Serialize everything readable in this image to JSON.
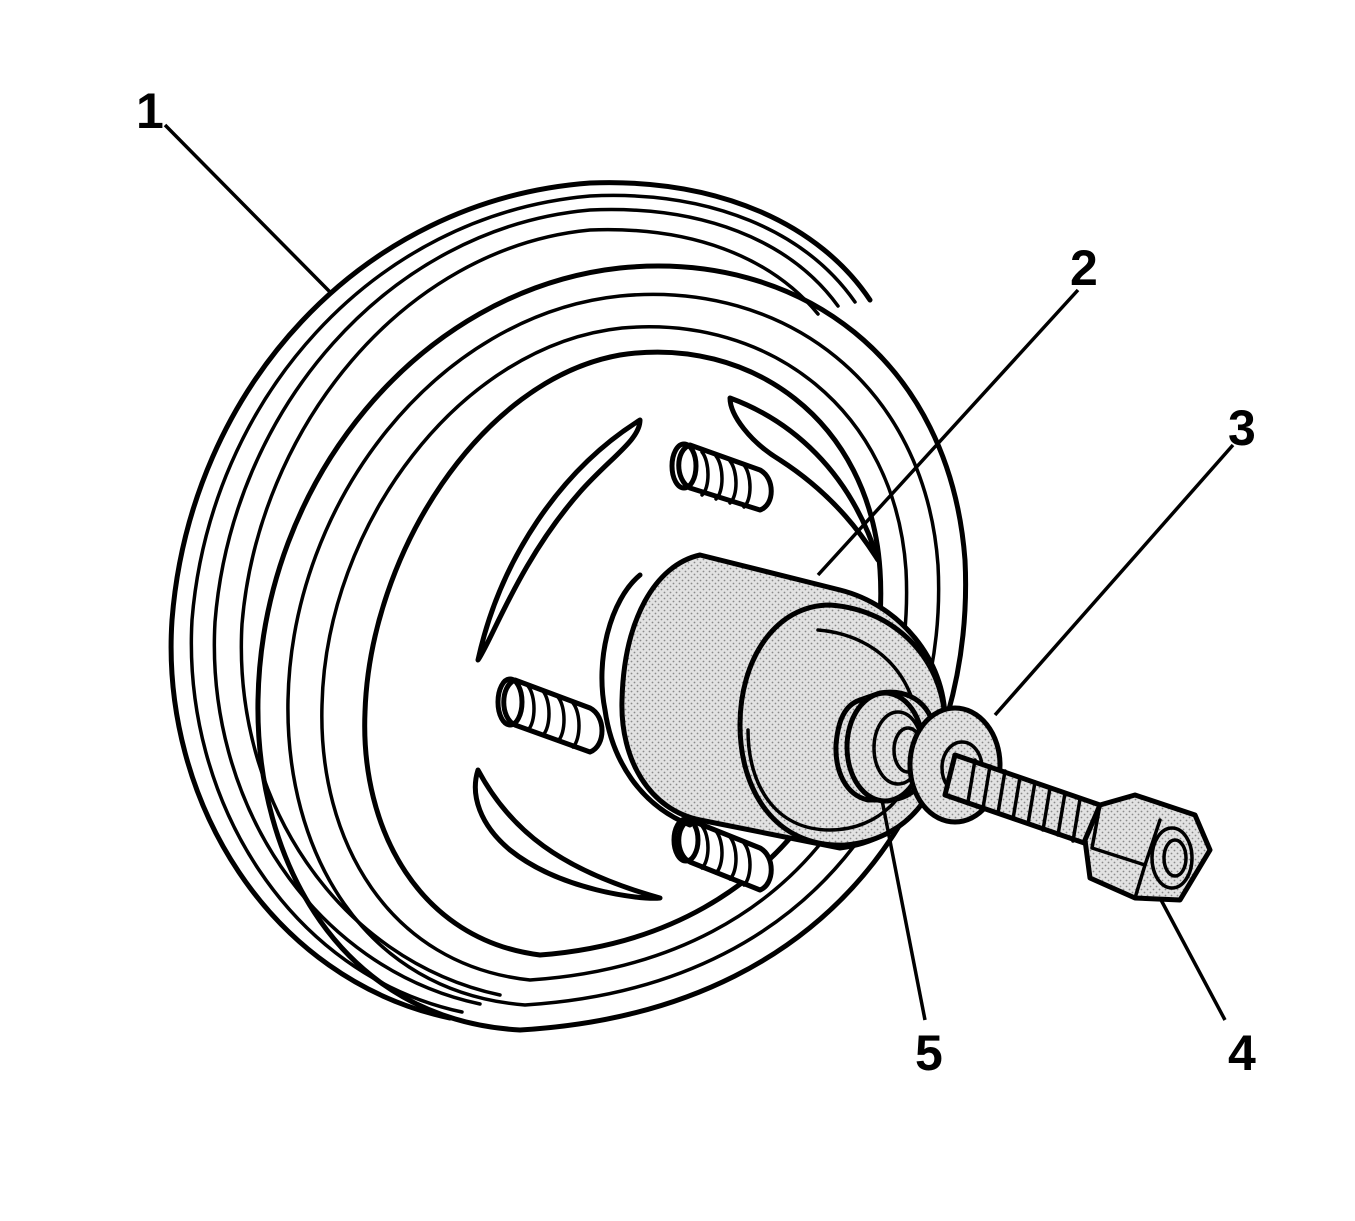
{
  "callouts": {
    "c1": "1",
    "c2": "2",
    "c3": "3",
    "c4": "4",
    "c5": "5"
  },
  "colors": {
    "ink": "#000000",
    "background": "#ffffff",
    "shading": "#cfcfcf"
  }
}
